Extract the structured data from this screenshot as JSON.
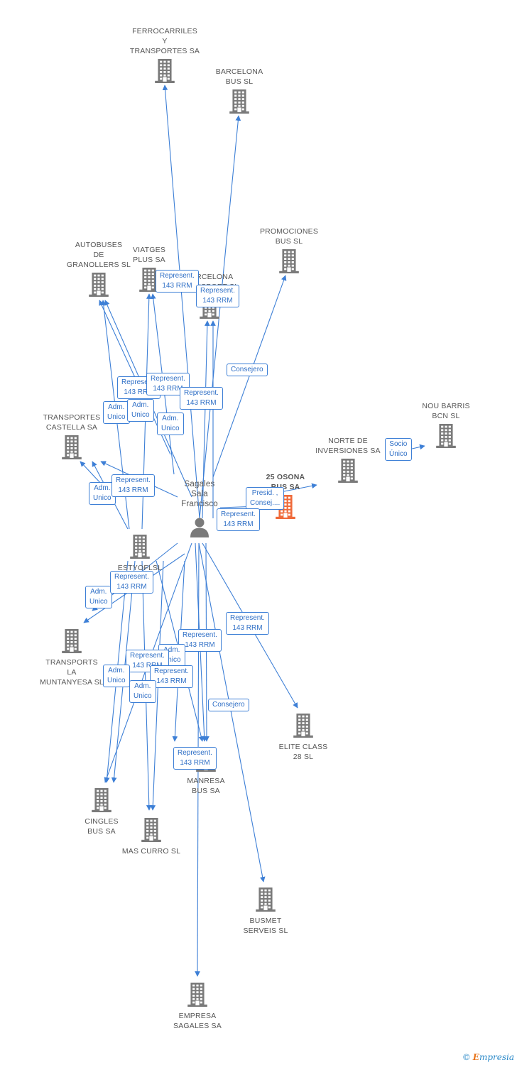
{
  "colors": {
    "edge": "#3d7fd6",
    "building": "#7a7a7a",
    "focus_building": "#ef6a3a",
    "person": "#7a7a7a"
  },
  "person": {
    "name_lines": [
      "Sagales",
      "Sala",
      "Francisco"
    ],
    "icon": "person-icon"
  },
  "nodes": [
    {
      "id": "ferrocarriles",
      "lines": [
        "FERROCARRILES",
        "Y",
        "TRANSPORTES SA"
      ],
      "icon": "building-icon"
    },
    {
      "id": "barcelona_bus",
      "lines": [
        "BARCELONA",
        "BUS SL"
      ],
      "icon": "building-icon"
    },
    {
      "id": "promociones_bus",
      "lines": [
        "PROMOCIONES",
        "BUS SL"
      ],
      "icon": "building-icon"
    },
    {
      "id": "autobuses_granollers",
      "lines": [
        "AUTOBUSES",
        "DE",
        "GRANOLLERS SL"
      ],
      "icon": "building-icon"
    },
    {
      "id": "viatges_plus",
      "lines": [
        "VIATGES",
        "PLUS SA"
      ],
      "icon": "building-icon"
    },
    {
      "id": "barcelona_transport",
      "lines": [
        "BARCELONA",
        "TRANSPORT SL"
      ],
      "icon": "building-icon"
    },
    {
      "id": "transportes_castella",
      "lines": [
        "TRANSPORTES",
        "CASTELLA SA"
      ],
      "icon": "building-icon"
    },
    {
      "id": "nou_barris",
      "lines": [
        "NOU BARRIS",
        "BCN SL"
      ],
      "icon": "building-icon"
    },
    {
      "id": "norte_inversiones",
      "lines": [
        "NORTE DE",
        "INVERSIONES SA"
      ],
      "icon": "building-icon"
    },
    {
      "id": "osona_bus",
      "lines": [
        "25 OSONA",
        "BUS SA"
      ],
      "icon": "building-icon"
    },
    {
      "id": "estyofl",
      "lines": [
        "ESTYOFLSL"
      ],
      "icon": "building-icon"
    },
    {
      "id": "transports_muntanyesa",
      "lines": [
        "TRANSPORTS",
        "LA",
        "MUNTANYESA SL"
      ],
      "icon": "building-icon"
    },
    {
      "id": "elite_class",
      "lines": [
        "ELITE CLASS",
        "28 SL"
      ],
      "icon": "building-icon"
    },
    {
      "id": "manresa_bus",
      "lines": [
        "MANRESA",
        "BUS SA"
      ],
      "icon": "building-icon"
    },
    {
      "id": "cingles_bus",
      "lines": [
        "CINGLES",
        "BUS SA"
      ],
      "icon": "building-icon"
    },
    {
      "id": "mas_curro",
      "lines": [
        "MAS CURRO SL"
      ],
      "icon": "building-icon"
    },
    {
      "id": "busmet_serveis",
      "lines": [
        "BUSMET",
        "SERVEIS SL"
      ],
      "icon": "building-icon"
    },
    {
      "id": "empresa_sagales",
      "lines": [
        "EMPRESA",
        "SAGALES SA"
      ],
      "icon": "building-icon"
    }
  ],
  "edge_labels": [
    {
      "lines": [
        "Represent.",
        "143 RRM"
      ]
    },
    {
      "lines": [
        "Represent.",
        "143 RRM"
      ]
    },
    {
      "lines": [
        "Consejero"
      ]
    },
    {
      "lines": [
        "Represent.",
        "143 RRM"
      ]
    },
    {
      "lines": [
        "Represent.",
        "143 RRM"
      ]
    },
    {
      "lines": [
        "Adm.",
        "Unico"
      ]
    },
    {
      "lines": [
        "Adm.",
        "Unico"
      ]
    },
    {
      "lines": [
        "Represent.",
        "143 RRM"
      ]
    },
    {
      "lines": [
        "Adm.",
        "Unico"
      ]
    },
    {
      "lines": [
        "Socio",
        "Único"
      ]
    },
    {
      "lines": [
        "Adm.",
        "Unico"
      ]
    },
    {
      "lines": [
        "Represent.",
        "143 RRM"
      ]
    },
    {
      "lines": [
        "Presid. ,",
        "Consej...."
      ]
    },
    {
      "lines": [
        "Represent.",
        "143 RRM"
      ]
    },
    {
      "lines": [
        "Adm.",
        "Unico"
      ]
    },
    {
      "lines": [
        "Represent.",
        "143 RRM"
      ]
    },
    {
      "lines": [
        "Represent.",
        "143 RRM"
      ]
    },
    {
      "lines": [
        "Represent.",
        "143 RRM"
      ]
    },
    {
      "lines": [
        "Adm.",
        "Unico"
      ]
    },
    {
      "lines": [
        "Represent.",
        "143 RRM"
      ]
    },
    {
      "lines": [
        "Adm.",
        "Unico"
      ]
    },
    {
      "lines": [
        "Represent.",
        "143 RRM"
      ]
    },
    {
      "lines": [
        "Adm.",
        "Unico"
      ]
    },
    {
      "lines": [
        "Consejero"
      ]
    },
    {
      "lines": [
        "Represent.",
        "143 RRM"
      ]
    }
  ],
  "credit": {
    "copyright": "©",
    "brand_first": "E",
    "brand_rest": "mpresia"
  }
}
